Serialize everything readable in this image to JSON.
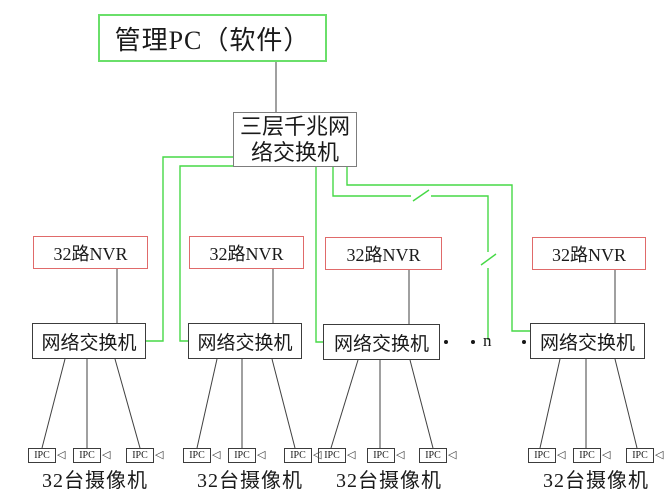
{
  "nodes": {
    "management_pc": "管理PC（软件）",
    "core_switch_line1": "三层千兆网",
    "core_switch_line2": "络交换机",
    "ellipsis_n": "n"
  },
  "groups": [
    {
      "nvr_label": "32路NVR",
      "switch_label": "网络交换机",
      "ipc_label": "IPC",
      "cameras_label": "32台摄像机"
    },
    {
      "nvr_label": "32路NVR",
      "switch_label": "网络交换机",
      "ipc_label": "IPC",
      "cameras_label": "32台摄像机"
    },
    {
      "nvr_label": "32路NVR",
      "switch_label": "网络交换机",
      "ipc_label": "IPC",
      "cameras_label": "32台摄像机"
    },
    {
      "nvr_label": "32路NVR",
      "switch_label": "网络交换机",
      "ipc_label": "IPC",
      "cameras_label": "32台摄像机"
    }
  ],
  "icons": {
    "camera_lens": "◁"
  },
  "colors": {
    "uplink_green": "#46d946",
    "pc_box_border": "#6adf6a",
    "nvr_box_border": "#e06a6a",
    "device_box_border": "#3c3c3c",
    "core_box_border": "#7d7d7d",
    "cable_black": "#404040"
  }
}
